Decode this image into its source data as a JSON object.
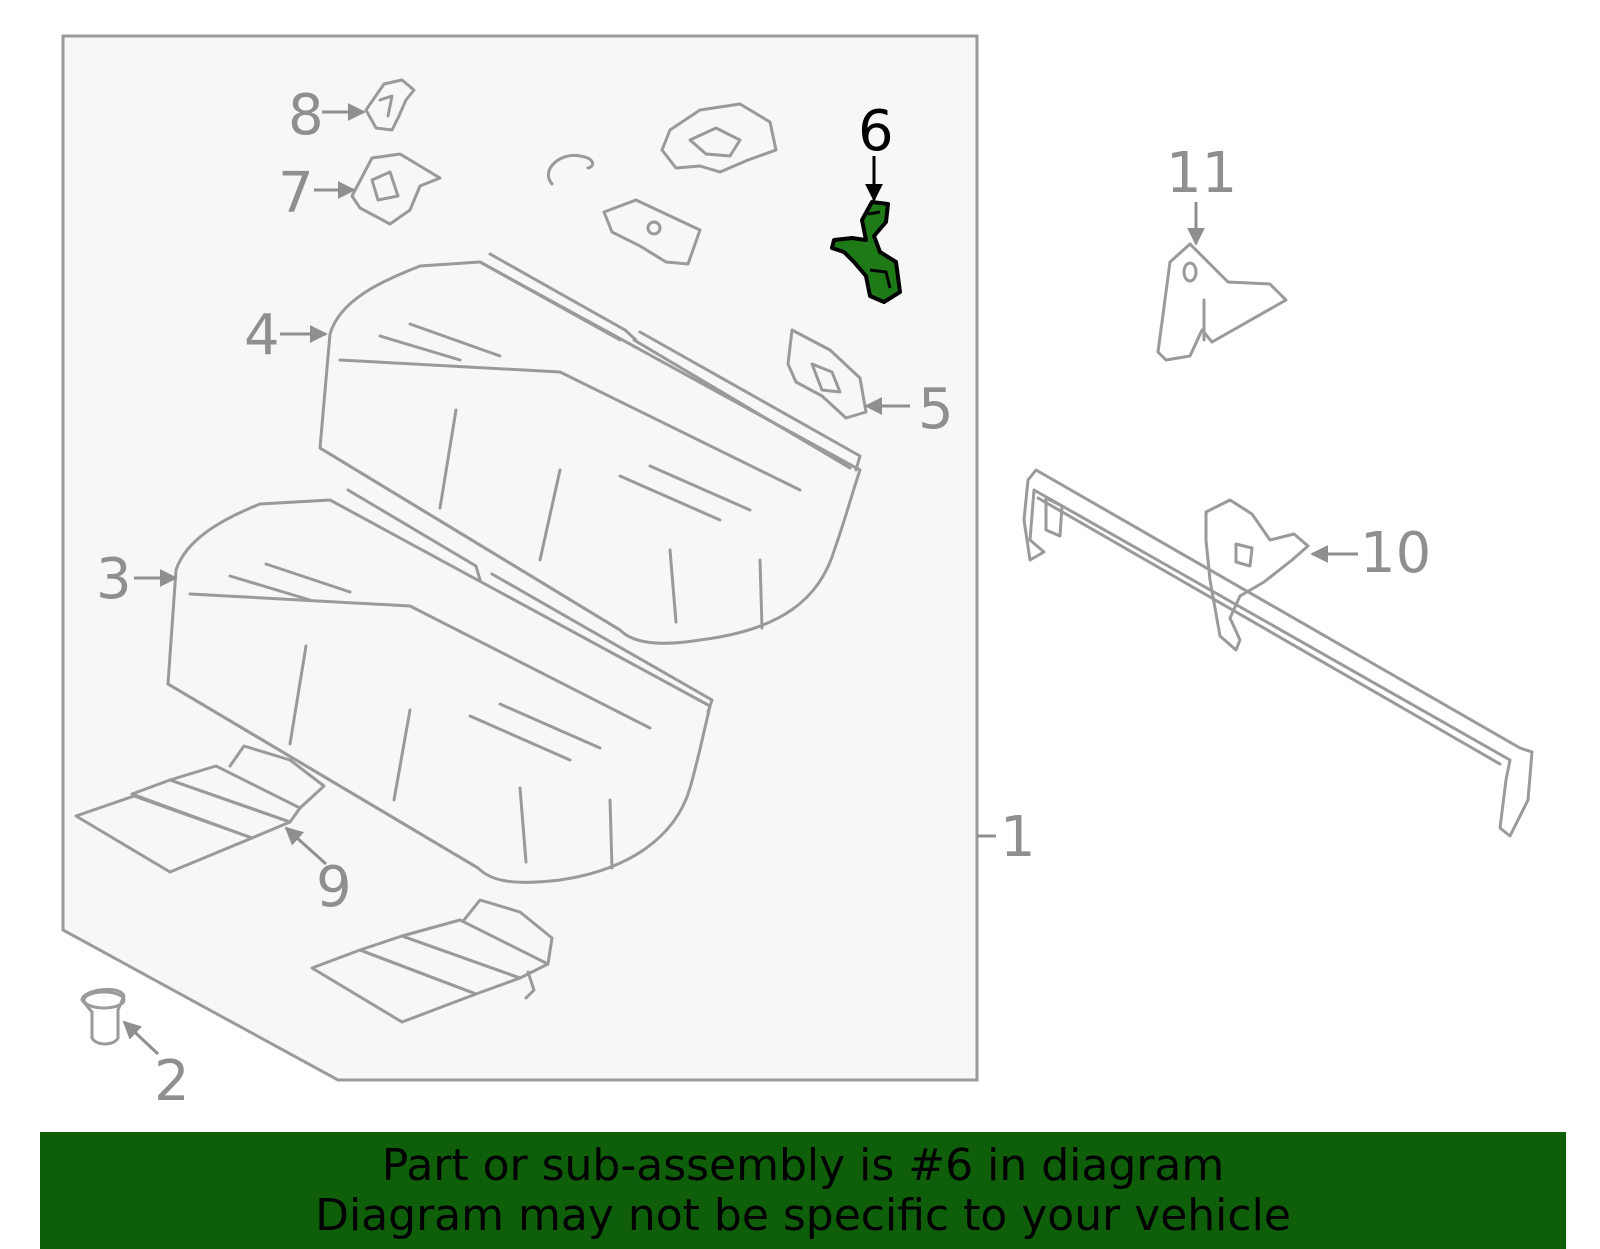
{
  "callouts": {
    "c1": "1",
    "c2": "2",
    "c3": "3",
    "c4": "4",
    "c5": "5",
    "c6": "6",
    "c7": "7",
    "c8": "8",
    "c9": "9",
    "c10": "10",
    "c11": "11"
  },
  "highlight": {
    "part_number": "6",
    "color": "#1e7a17"
  },
  "banner": {
    "line1": "Part or sub-assembly is #6 in diagram",
    "line2": "Diagram may not be specific to your vehicle",
    "background": "#0f5e0a"
  }
}
